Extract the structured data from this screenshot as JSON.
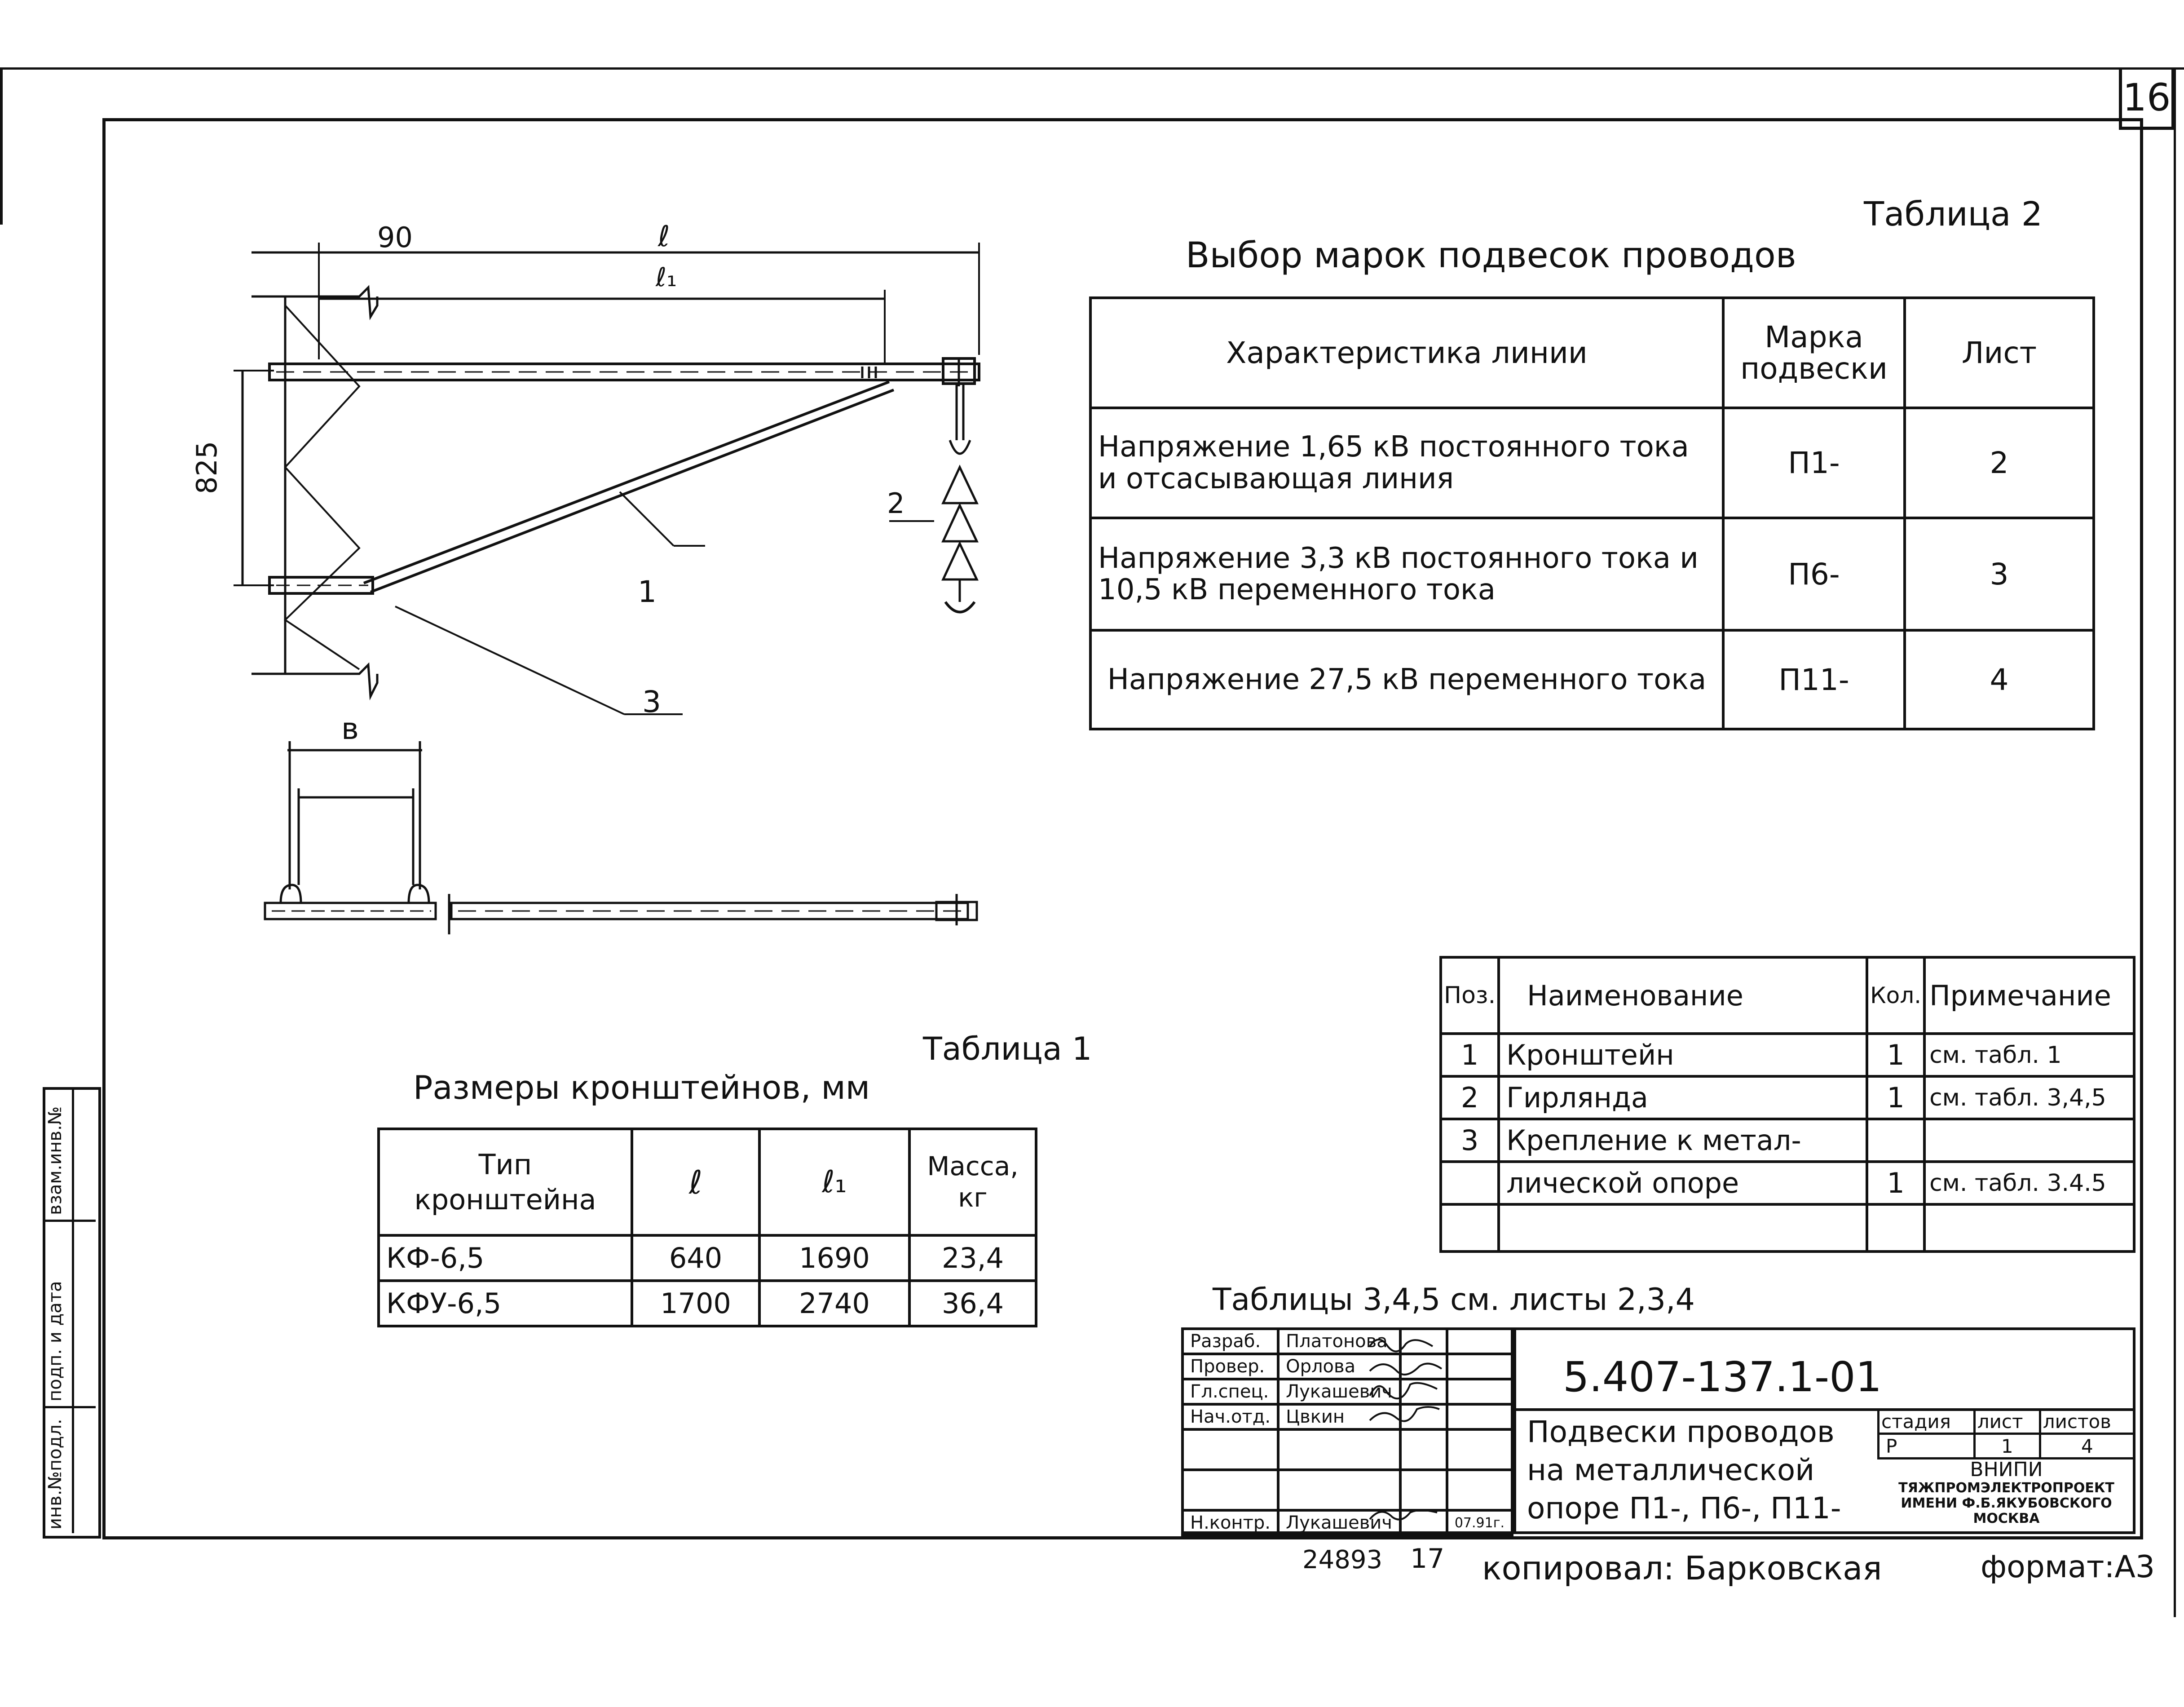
{
  "sheet": {
    "page_number": "16",
    "format_label": "формат:А3",
    "copied_label": "копировал: Барковская",
    "inventory_number": "24893",
    "inventory_suffix": "17",
    "side_labels": [
      "инв.№подл.",
      "подп. и дата",
      "взам.инв.№"
    ],
    "tables_note": "Таблицы 3,4,5 см. листы 2,3,4"
  },
  "drawing": {
    "dim_90": "90",
    "dim_l": "ℓ",
    "dim_l1": "ℓ₁",
    "dim_825": "825",
    "dim_b": "в",
    "callout_1": "1",
    "callout_2": "2",
    "callout_3": "3"
  },
  "table2": {
    "label": "Таблица 2",
    "title": "Выбор марок подвесок проводов",
    "headers": [
      "Характеристика линии",
      "Марка подвески",
      "Лист"
    ],
    "rows": [
      [
        "Напряжение 1,65 кВ постоянного тока и отсасывающая линия",
        "П1-",
        "2"
      ],
      [
        "Напряжение 3,3 кВ постоянного тока и 10,5 кВ переменного тока",
        "П6-",
        "3"
      ],
      [
        "Напряжение 27,5 кВ переменного тока",
        "П11-",
        "4"
      ]
    ]
  },
  "table1": {
    "label": "Таблица 1",
    "title": "Размеры кронштейнов, мм",
    "headers": [
      "Тип кронштейна",
      "ℓ",
      "ℓ₁",
      "Масса, кг"
    ],
    "rows": [
      [
        "КФ-6,5",
        "640",
        "1690",
        "23,4"
      ],
      [
        "КФУ-6,5",
        "1700",
        "2740",
        "36,4"
      ]
    ]
  },
  "spec": {
    "headers": [
      "Поз.",
      "Наименование",
      "Кол.",
      "Примечание"
    ],
    "rows": [
      [
        "1",
        "Кронштейн",
        "1",
        "см. табл. 1"
      ],
      [
        "2",
        "Гирлянда",
        "1",
        "см. табл. 3,4,5"
      ],
      [
        "3",
        "Крепление к метал-",
        "",
        ""
      ],
      [
        "",
        "лической опоре",
        "1",
        "см. табл. 3.4.5"
      ],
      [
        "",
        "",
        "",
        ""
      ]
    ]
  },
  "title_block": {
    "doc_code": "5.407-137.1-01",
    "name_line1": "Подвески проводов",
    "name_line2": "на металлической",
    "name_line3": "опоре П1-, П6-, П11-",
    "stage_header": "стадия",
    "sheet_header": "лист",
    "sheets_header": "листов",
    "stage": "Р",
    "sheet": "1",
    "sheets": "4",
    "org_line1": "ВНИПИ",
    "org_line2": "ТЯЖПРОМЭЛЕКТРОПРОЕКТ",
    "org_line3": "ИМЕНИ Ф.Б.ЯКУБОВСКОГО",
    "org_line4": "МОСКВА",
    "signers": [
      {
        "role": "Разраб.",
        "name": "Платонова"
      },
      {
        "role": "Провер.",
        "name": "Орлова"
      },
      {
        "role": "Гл.спец.",
        "name": "Лукашевич"
      },
      {
        "role": "Нач.отд.",
        "name": "Цвкин"
      },
      {
        "role": "",
        "name": ""
      },
      {
        "role": "",
        "name": ""
      },
      {
        "role": "Н.контр.",
        "name": "Лукашевич"
      }
    ],
    "date": "07.91г."
  }
}
